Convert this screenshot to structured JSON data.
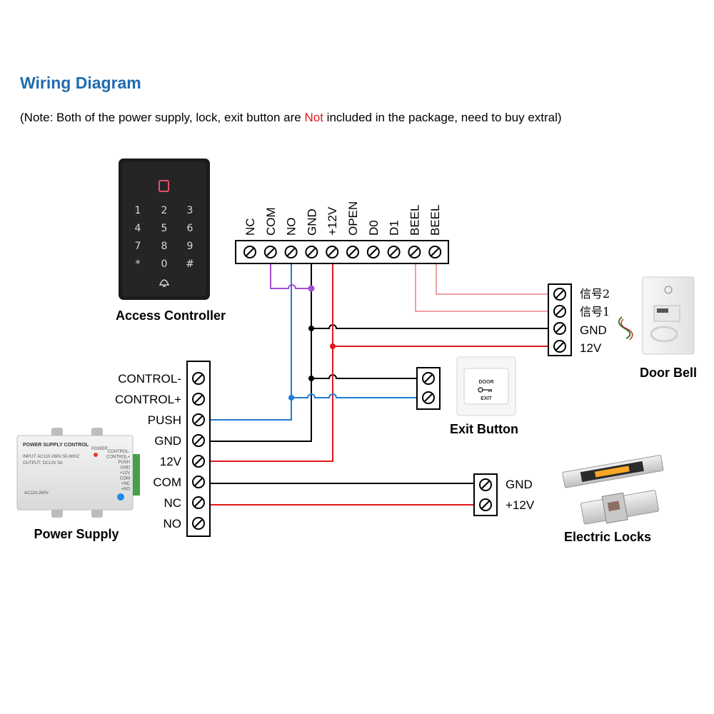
{
  "title": "Wiring Diagram",
  "note": {
    "before": "(Note: Both of the power supply, lock, exit button are ",
    "highlight": "Not",
    "after": " included in the package, need to buy extral)"
  },
  "controller": {
    "label": "Access Controller",
    "keys": [
      "1",
      "2",
      "3",
      "4",
      "5",
      "6",
      "7",
      "8",
      "9",
      "*",
      "0",
      "#"
    ],
    "terminals": [
      "NC",
      "COM",
      "NO",
      "GND",
      "+12V",
      "OPEN",
      "D0",
      "D1",
      "BEEL",
      "BEEL"
    ]
  },
  "power_supply": {
    "label": "Power Supply",
    "terminals": [
      "CONTROL-",
      "CONTROL+",
      "PUSH",
      "GND",
      "12V",
      "COM",
      "NC",
      "NO"
    ],
    "device": {
      "title": "POWER SUPPLY CONTROL",
      "input": "INPUT: AC110-260V 50-60HZ",
      "output": "OUTPUT: DC12V  3A",
      "power": "POWER",
      "ac": "AC110-260V",
      "pins": [
        "CONTROL-",
        "CONTROL+",
        "PUSH",
        "GND",
        "+12V",
        "COM",
        "+NC",
        "+NO"
      ]
    }
  },
  "door_bell": {
    "label": "Door Bell",
    "terminals": [
      "信号2",
      "信号1",
      "GND",
      "12V"
    ]
  },
  "exit_button": {
    "label": "Exit Button",
    "face_top": "DOOR",
    "face_bottom": "EXIT"
  },
  "locks": {
    "label": "Electric Locks",
    "terminals": [
      "GND",
      "+12V"
    ]
  },
  "colors": {
    "title": "#1f6bb0",
    "highlight": "#e01818",
    "wire_red": "#e01818",
    "wire_blue": "#1e7bd6",
    "wire_black": "#000000",
    "wire_purple": "#a64bd6",
    "wire_pink": "#f0a0a0"
  }
}
